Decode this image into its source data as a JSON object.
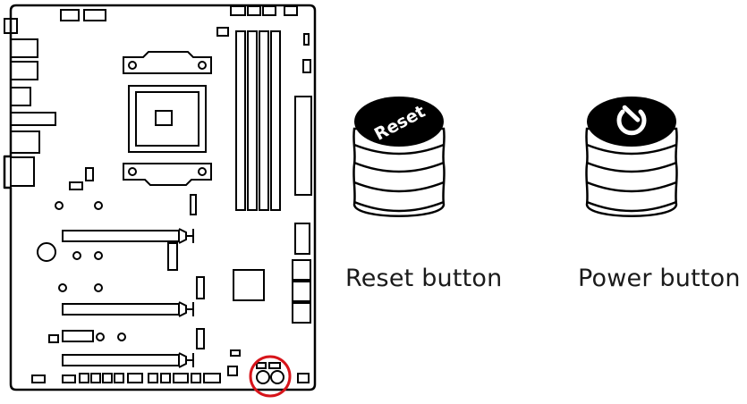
{
  "buttons": {
    "reset": {
      "cap_text": "Reset",
      "caption": "Reset button",
      "icon": "reset-cap-text"
    },
    "power": {
      "caption": "Power button",
      "icon": "power-icon"
    }
  },
  "colors": {
    "outline": "#000000",
    "cap": "#000000",
    "cap_text": "#ffffff",
    "highlight_circle": "#d7141a",
    "background": "#ffffff"
  }
}
